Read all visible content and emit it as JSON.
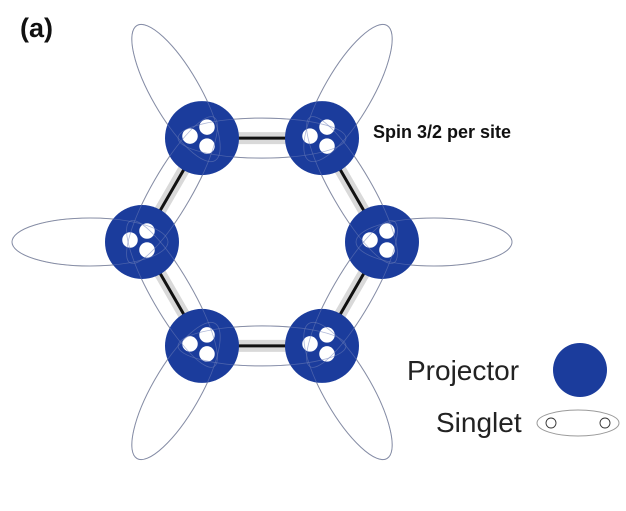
{
  "panel_label": "(a)",
  "site_label": "Spin 3/2 per site",
  "legend": {
    "projector_label": "Projector",
    "singlet_label": "Singlet"
  },
  "sites": [
    {
      "name": "top-left",
      "spins": 3
    },
    {
      "name": "top-right",
      "spins": 3
    },
    {
      "name": "right",
      "spins": 3
    },
    {
      "name": "bottom-right",
      "spins": 3
    },
    {
      "name": "bottom-left",
      "spins": 3
    },
    {
      "name": "left",
      "spins": 3
    }
  ],
  "colors": {
    "projector": "#1b3c9c",
    "bond": "#111111",
    "bond_shadow": "#d9d9d9",
    "singlet_outline": "#9a9a9a",
    "spin_fill": "#ffffff",
    "spin_stroke": "#1b3c9c"
  }
}
